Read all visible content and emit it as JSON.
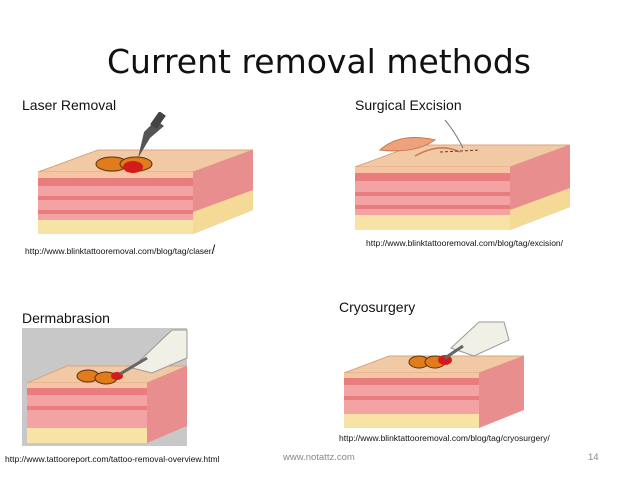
{
  "slide": {
    "title": "Current removal methods",
    "footer_site": "www.notattz.com",
    "page_number": "14"
  },
  "panels": [
    {
      "label": "Laser Removal",
      "url": "http://www.blinktattooremoval.com/blog/tag/claser",
      "url_suffix": "/"
    },
    {
      "label": "Surgical Excision",
      "url": "http://www.blinktattooremoval.com/blog/tag/excision/"
    },
    {
      "label": "Dermabrasion",
      "url": "http://www.tattooreport.com/tattoo-removal-overview.html"
    },
    {
      "label": "Cryosurgery",
      "url": "http://www.blinktattooremoval.com/blog/tag/cryosurgery/"
    }
  ]
}
